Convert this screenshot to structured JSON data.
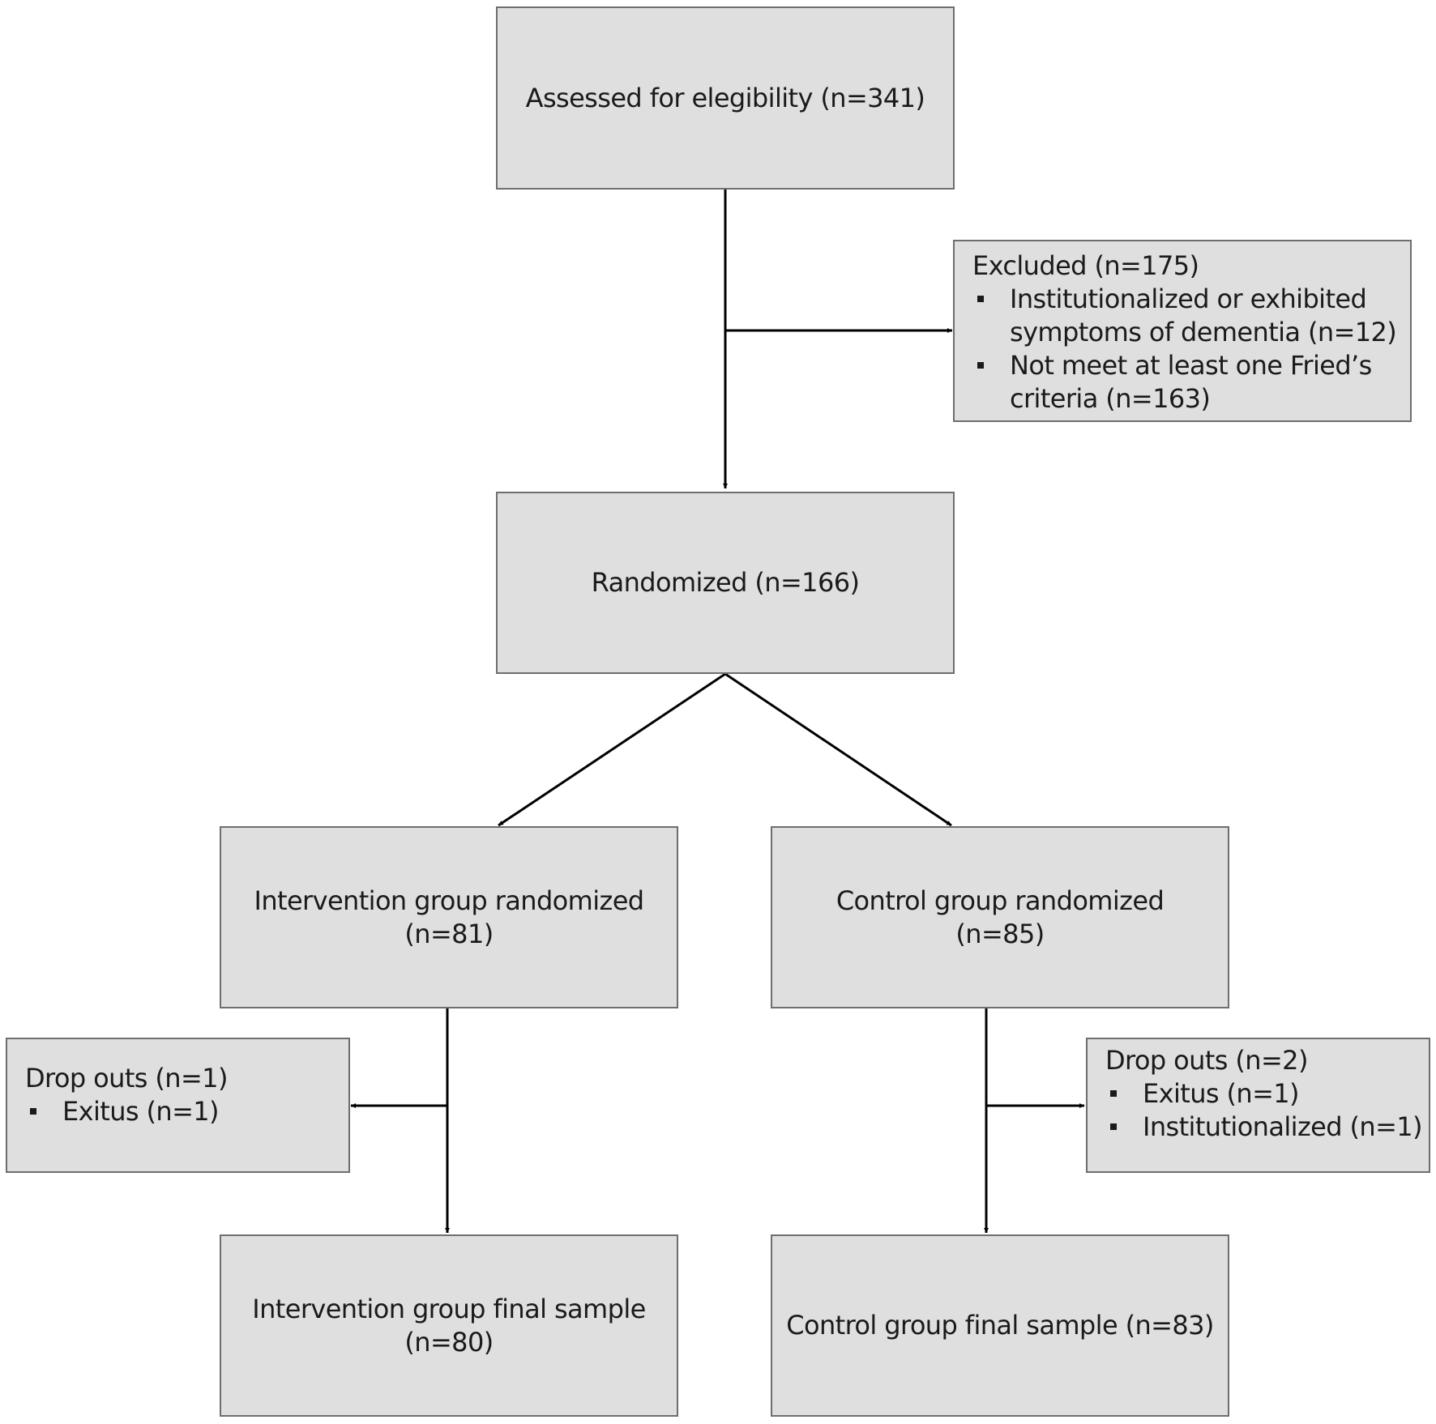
{
  "colors": {
    "box_fill": "#dfdfdf",
    "box_border": "#6e6e6e",
    "arrow": "#000000",
    "text": "#1a1a1a"
  },
  "boxes": {
    "assessed": {
      "lines": [
        "Assessed for elegibility (n=341)"
      ]
    },
    "excluded": {
      "heading": "Excluded (n=175)",
      "items": [
        [
          "Institutionalized or exhibited",
          "symptoms of dementia (n=12)"
        ],
        [
          "Not meet at least one Fried’s",
          "criteria (n=163)"
        ]
      ]
    },
    "randomized": {
      "lines": [
        "Randomized (n=166)"
      ]
    },
    "intervention_randomized": {
      "lines": [
        "Intervention group randomized",
        "(n=81)"
      ]
    },
    "control_randomized": {
      "lines": [
        "Control group randomized",
        "(n=85)"
      ]
    },
    "dropouts_intervention": {
      "heading": "Drop outs (n=1)",
      "items": [
        [
          "Exitus (n=1)"
        ]
      ]
    },
    "dropouts_control": {
      "heading": "Drop outs (n=2)",
      "items": [
        [
          "Exitus (n=1)"
        ],
        [
          "Institutionalized (n=1)"
        ]
      ]
    },
    "intervention_final": {
      "lines": [
        "Intervention group final sample",
        "(n=80)"
      ]
    },
    "control_final": {
      "lines": [
        "Control group final sample (n=83)"
      ]
    }
  }
}
